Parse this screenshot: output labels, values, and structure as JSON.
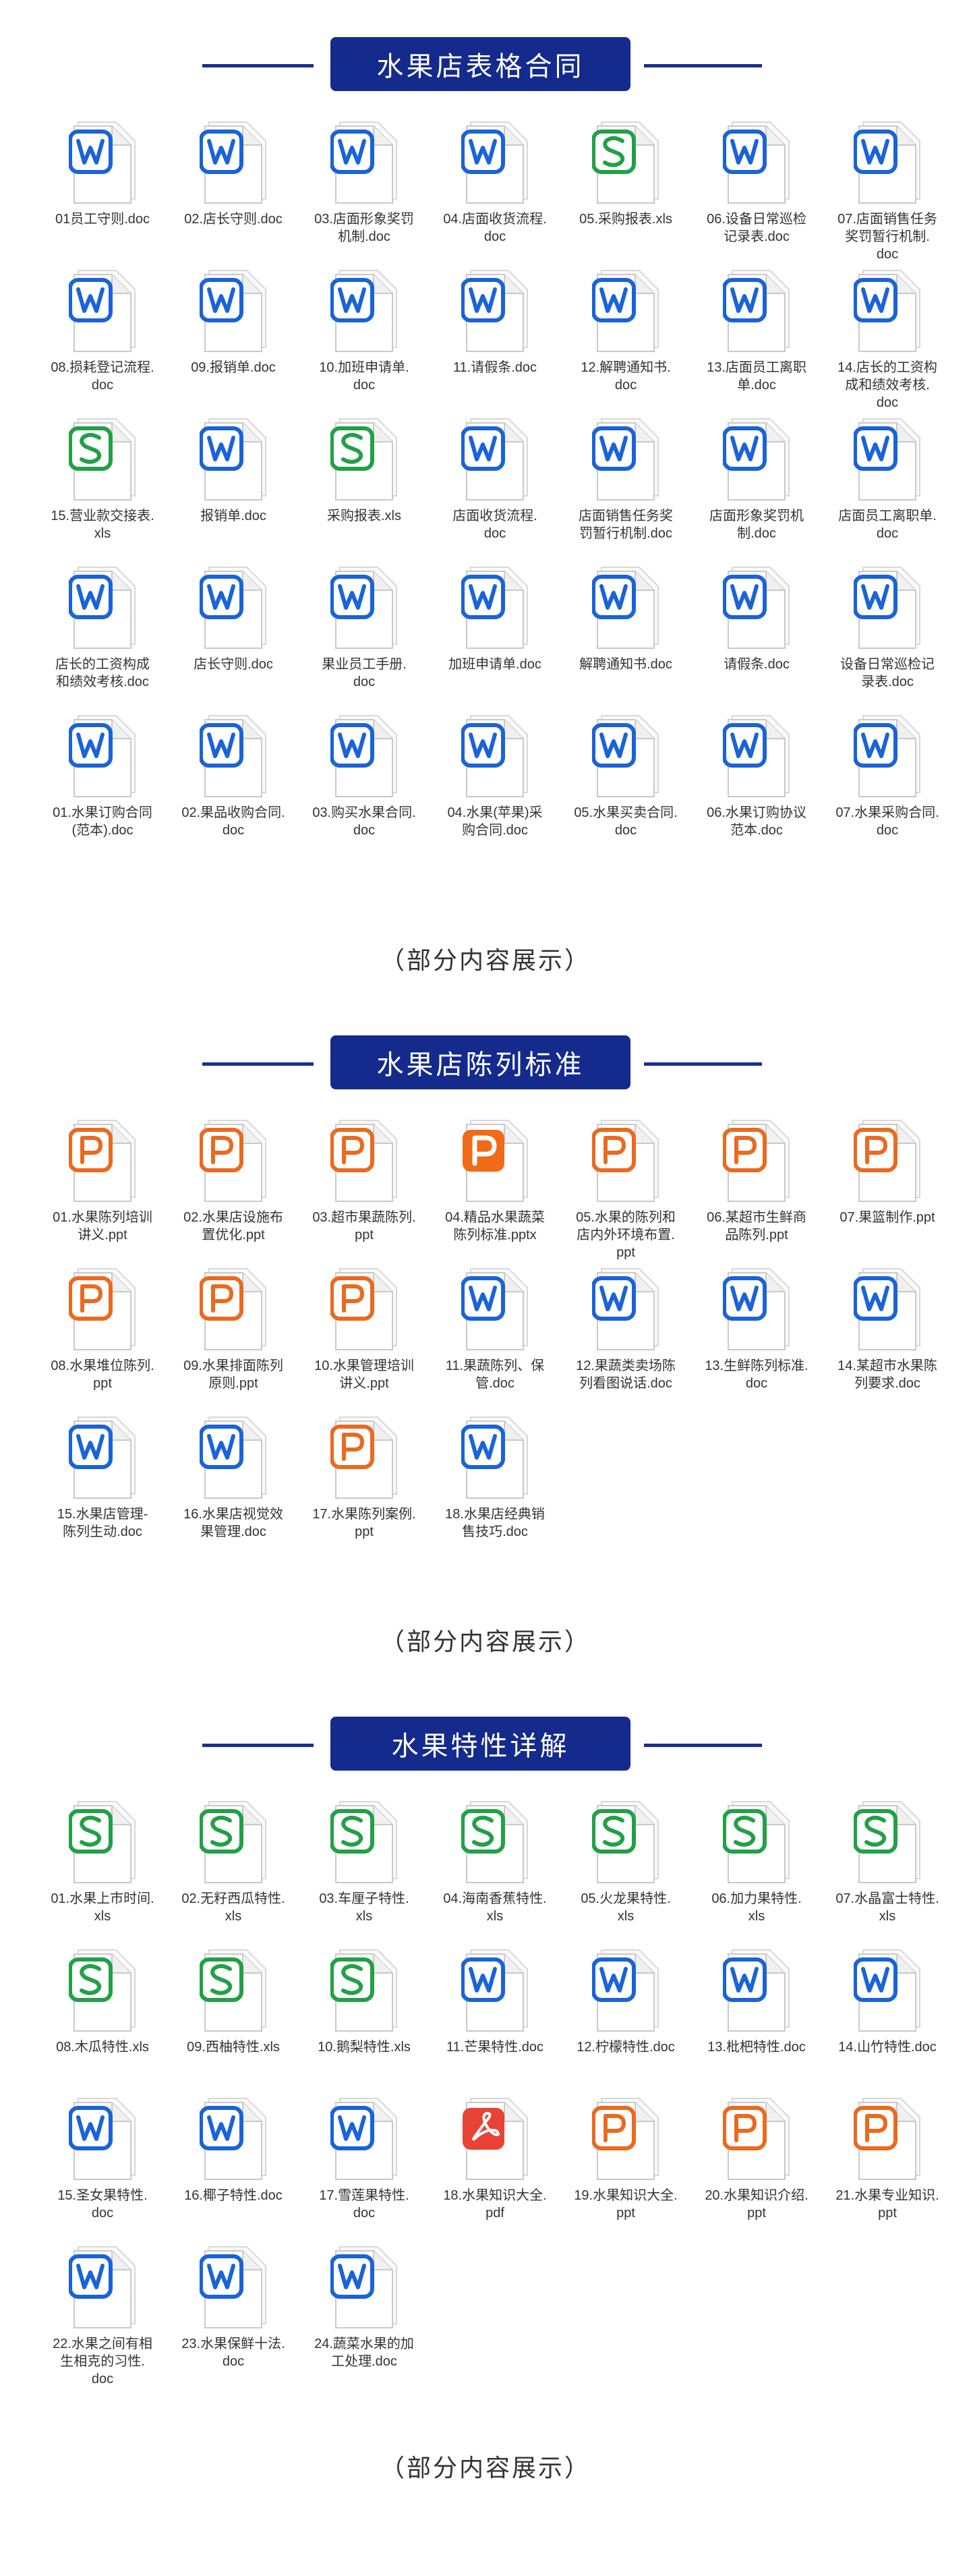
{
  "colors": {
    "word": "#1a63d8",
    "excel": "#22a046",
    "ppt": "#ea6a1f",
    "ppt_solid": "#f06a18",
    "pdf": "#e84336",
    "navy": "#142a8c"
  },
  "sections": [
    {
      "title": "水果店表格合同",
      "note": "（部分内容展示）",
      "items": [
        {
          "type": "word",
          "label": "01员工守则.doc"
        },
        {
          "type": "word",
          "label": "02.店长守则.doc"
        },
        {
          "type": "word",
          "label": "03.店面形象奖罚\n机制.doc"
        },
        {
          "type": "word",
          "label": "04.店面收货流程.\ndoc"
        },
        {
          "type": "excel",
          "label": "05.采购报表.xls"
        },
        {
          "type": "word",
          "label": "06.设备日常巡检\n记录表.doc"
        },
        {
          "type": "word",
          "label": "07.店面销售任务\n奖罚暂行机制.\ndoc"
        },
        {
          "type": "word",
          "label": "08.损耗登记流程.\ndoc"
        },
        {
          "type": "word",
          "label": "09.报销单.doc"
        },
        {
          "type": "word",
          "label": "10.加班申请单.\ndoc"
        },
        {
          "type": "word",
          "label": "11.请假条.doc"
        },
        {
          "type": "word",
          "label": "12.解聘通知书.\ndoc"
        },
        {
          "type": "word",
          "label": "13.店面员工离职\n单.doc"
        },
        {
          "type": "word",
          "label": "14.店长的工资构\n成和绩效考核.\ndoc"
        },
        {
          "type": "excel",
          "label": "15.营业款交接表.\nxls"
        },
        {
          "type": "word",
          "label": "报销单.doc"
        },
        {
          "type": "excel",
          "label": "采购报表.xls"
        },
        {
          "type": "word",
          "label": "店面收货流程.\ndoc"
        },
        {
          "type": "word",
          "label": "店面销售任务奖\n罚暂行机制.doc"
        },
        {
          "type": "word",
          "label": "店面形象奖罚机\n制.doc"
        },
        {
          "type": "word",
          "label": "店面员工离职单.\ndoc"
        },
        {
          "type": "word",
          "label": "店长的工资构成\n和绩效考核.doc"
        },
        {
          "type": "word",
          "label": "店长守则.doc"
        },
        {
          "type": "word",
          "label": "果业员工手册.\ndoc"
        },
        {
          "type": "word",
          "label": "加班申请单.doc"
        },
        {
          "type": "word",
          "label": "解聘通知书.doc"
        },
        {
          "type": "word",
          "label": "请假条.doc"
        },
        {
          "type": "word",
          "label": "设备日常巡检记\n录表.doc"
        },
        {
          "type": "word",
          "label": "01.水果订购合同\n(范本).doc"
        },
        {
          "type": "word",
          "label": "02.果品收购合同.\ndoc"
        },
        {
          "type": "word",
          "label": "03.购买水果合同.\ndoc"
        },
        {
          "type": "word",
          "label": "04.水果(苹果)采\n购合同.doc"
        },
        {
          "type": "word",
          "label": "05.水果买卖合同.\ndoc"
        },
        {
          "type": "word",
          "label": "06.水果订购协议\n范本.doc"
        },
        {
          "type": "word",
          "label": "07.水果采购合同.\ndoc"
        }
      ]
    },
    {
      "title": "水果店陈列标准",
      "note": "（部分内容展示）",
      "items": [
        {
          "type": "ppt",
          "label": "01.水果陈列培训\n讲义.ppt"
        },
        {
          "type": "ppt",
          "label": "02.水果店设施布\n置优化.ppt"
        },
        {
          "type": "ppt",
          "label": "03.超市果蔬陈列.\nppt"
        },
        {
          "type": "ppt_solid",
          "label": "04.精品水果蔬菜\n陈列标准.pptx"
        },
        {
          "type": "ppt",
          "label": "05.水果的陈列和\n店内外环境布置.\nppt"
        },
        {
          "type": "ppt",
          "label": "06.某超市生鲜商\n品陈列.ppt"
        },
        {
          "type": "ppt",
          "label": "07.果篮制作.ppt"
        },
        {
          "type": "ppt",
          "label": "08.水果堆位陈列.\nppt"
        },
        {
          "type": "ppt",
          "label": "09.水果排面陈列\n原则.ppt"
        },
        {
          "type": "ppt",
          "label": "10.水果管理培训\n讲义.ppt"
        },
        {
          "type": "word",
          "label": "11.果蔬陈列、保\n管.doc"
        },
        {
          "type": "word",
          "label": "12.果蔬类卖场陈\n列看图说话.doc"
        },
        {
          "type": "word",
          "label": "13.生鲜陈列标准.\ndoc"
        },
        {
          "type": "word",
          "label": "14.某超市水果陈\n列要求.doc"
        },
        {
          "type": "word",
          "label": "15.水果店管理-\n陈列生动.doc"
        },
        {
          "type": "word",
          "label": "16.水果店视觉效\n果管理.doc"
        },
        {
          "type": "ppt",
          "label": "17.水果陈列案例.\nppt"
        },
        {
          "type": "word",
          "label": "18.水果店经典销\n售技巧.doc"
        }
      ]
    },
    {
      "title": "水果特性详解",
      "note": "（部分内容展示）",
      "items": [
        {
          "type": "excel",
          "label": "01.水果上市时间.\nxls"
        },
        {
          "type": "excel",
          "label": "02.无籽西瓜特性.\nxls"
        },
        {
          "type": "excel",
          "label": "03.车厘子特性.\nxls"
        },
        {
          "type": "excel",
          "label": "04.海南香蕉特性.\nxls"
        },
        {
          "type": "excel",
          "label": "05.火龙果特性.\nxls"
        },
        {
          "type": "excel",
          "label": "06.加力果特性.\nxls"
        },
        {
          "type": "excel",
          "label": "07.水晶富士特性.\nxls"
        },
        {
          "type": "excel",
          "label": "08.木瓜特性.xls"
        },
        {
          "type": "excel",
          "label": "09.西柚特性.xls"
        },
        {
          "type": "excel",
          "label": "10.鹅梨特性.xls"
        },
        {
          "type": "word",
          "label": "11.芒果特性.doc"
        },
        {
          "type": "word",
          "label": "12.柠檬特性.doc"
        },
        {
          "type": "word",
          "label": "13.枇杷特性.doc"
        },
        {
          "type": "word",
          "label": "14.山竹特性.doc"
        },
        {
          "type": "word",
          "label": "15.圣女果特性.\ndoc"
        },
        {
          "type": "word",
          "label": "16.椰子特性.doc"
        },
        {
          "type": "word",
          "label": "17.雪莲果特性.\ndoc"
        },
        {
          "type": "pdf",
          "label": "18.水果知识大全.\npdf"
        },
        {
          "type": "ppt",
          "label": "19.水果知识大全.\nppt"
        },
        {
          "type": "ppt",
          "label": "20.水果知识介绍.\nppt"
        },
        {
          "type": "ppt",
          "label": "21.水果专业知识.\nppt"
        },
        {
          "type": "word",
          "label": "22.水果之间有相\n生相克的习性.\ndoc"
        },
        {
          "type": "word",
          "label": "23.水果保鲜十法.\ndoc"
        },
        {
          "type": "word",
          "label": "24.蔬菜水果的加\n工处理.doc"
        }
      ]
    }
  ]
}
